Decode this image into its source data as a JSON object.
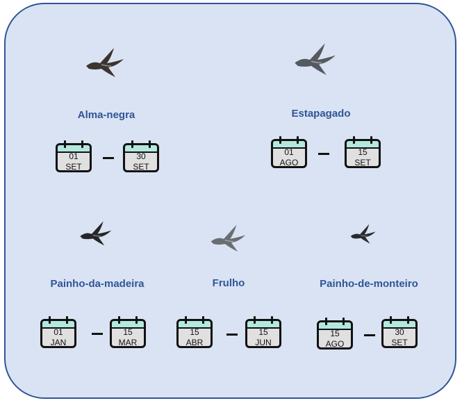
{
  "species": [
    {
      "name": "Alma-negra",
      "start": {
        "day": "01",
        "month": "SET"
      },
      "end": {
        "day": "30",
        "month": "SET"
      },
      "bird_color": "#3b342f"
    },
    {
      "name": "Estapagado",
      "start": {
        "day": "01",
        "month": "AGO"
      },
      "end": {
        "day": "15",
        "month": "SET"
      },
      "bird_color": "#555a60"
    },
    {
      "name": "Painho-da-madeira",
      "start": {
        "day": "01",
        "month": "JAN"
      },
      "end": {
        "day": "15",
        "month": "MAR"
      },
      "bird_color": "#26262a"
    },
    {
      "name": "Frulho",
      "start": {
        "day": "15",
        "month": "ABR"
      },
      "end": {
        "day": "15",
        "month": "JUN"
      },
      "bird_color": "#6a6e72"
    },
    {
      "name": "Painho-de-monteiro",
      "start": {
        "day": "15",
        "month": "AGO"
      },
      "end": {
        "day": "30",
        "month": "SET"
      },
      "bird_color": "#2a2a2e"
    }
  ],
  "colors": {
    "panel": "#dae3f3",
    "border": "#2f5597",
    "title": "#2f5597",
    "calendar_header": "#b2e8df"
  }
}
